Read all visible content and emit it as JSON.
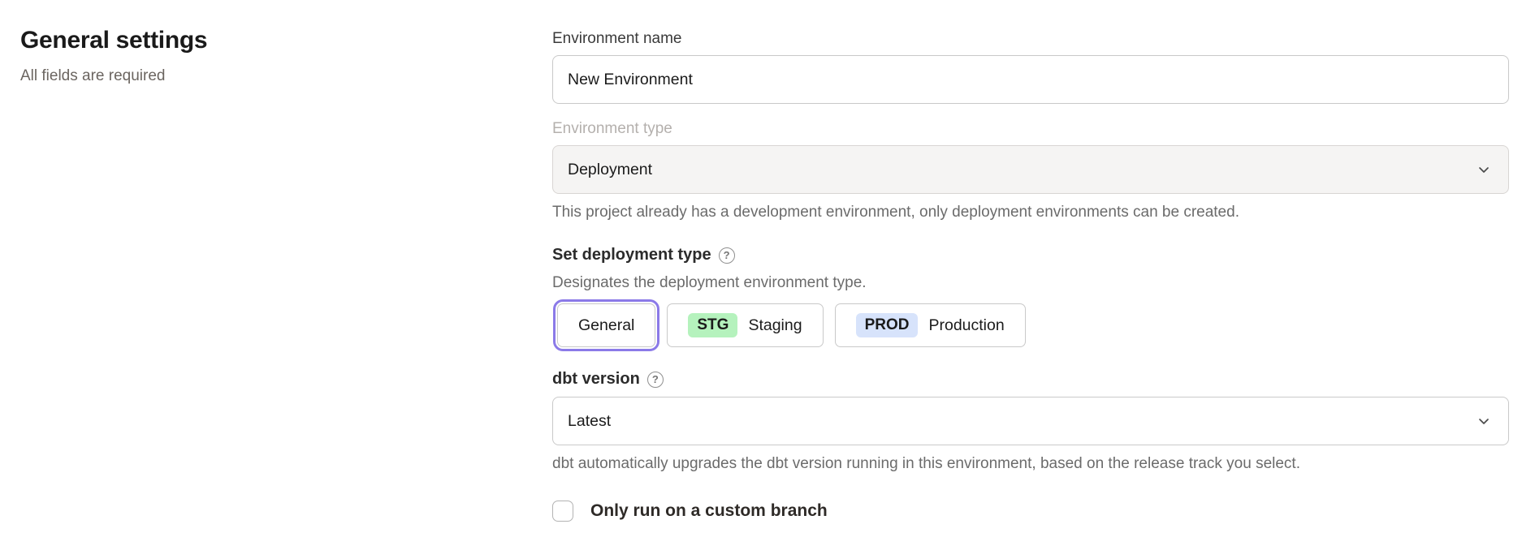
{
  "page": {
    "title": "General settings",
    "subtitle": "All fields are required"
  },
  "environment_name": {
    "label": "Environment name",
    "value": "New Environment"
  },
  "environment_type": {
    "label": "Environment type",
    "value": "Deployment",
    "disabled": true,
    "helper": "This project already has a development environment, only deployment environments can be created."
  },
  "deployment_type": {
    "label": "Set deployment type",
    "help_icon": "question-circle-icon",
    "help_glyph": "?",
    "description": "Designates the deployment environment type.",
    "selected_ring_color": "#8b7ae8",
    "options": [
      {
        "label": "General",
        "selected": true
      },
      {
        "badge": "STG",
        "label": "Staging",
        "badge_color": "#b5f2bd",
        "selected": false
      },
      {
        "badge": "PROD",
        "label": "Production",
        "badge_color": "#d7e3fb",
        "selected": false
      }
    ]
  },
  "dbt_version": {
    "label": "dbt version",
    "help_icon": "question-circle-icon",
    "help_glyph": "?",
    "value": "Latest",
    "helper": "dbt automatically upgrades the dbt version running in this environment, based on the release track you select."
  },
  "custom_branch": {
    "label": "Only run on a custom branch",
    "checked": false
  }
}
